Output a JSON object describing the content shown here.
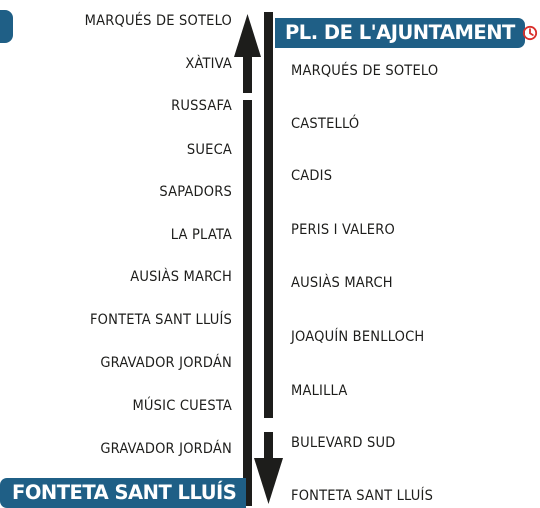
{
  "route": {
    "top_terminus": "PL. DE L'AJUNTAMENT",
    "bottom_terminus": "FONTETA SANT LLUÍS",
    "left_stops": [
      "MARQUÉS DE SOTELO",
      "XÀTIVA",
      "RUSSAFA",
      "SUECA",
      "SAPADORS",
      "LA PLATA",
      "AUSIÀS MARCH",
      "FONTETA SANT LLUÍS",
      "GRAVADOR JORDÁN",
      "MÚSIC CUESTA",
      "GRAVADOR JORDÁN"
    ],
    "right_stops": [
      "MARQUÉS DE SOTELO",
      "CASTELLÓ",
      "CADIS",
      "PERIS I VALERO",
      "AUSIÀS MARCH",
      "JOAQUÍN BENLLOCH",
      "MALILLA",
      "BULEVARD SUD",
      "FONTETA SANT LLUÍS"
    ]
  },
  "colors": {
    "badge": "#1f5f86",
    "arrow": "#1d1d1b",
    "clock_icon": "#d9302c"
  }
}
